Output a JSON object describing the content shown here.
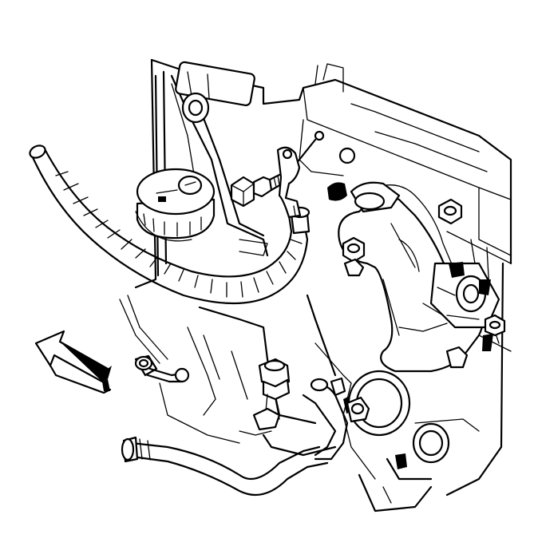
{
  "figure": {
    "style": "black line-art technical illustration",
    "colors": {
      "ink": "#000000",
      "paper": "#ffffff"
    },
    "parts": {
      "engine_block": "engine-block",
      "heater_hose": "heater-hose",
      "coolant_cap": "surge-tank-cap",
      "ground_bolt": "ground-strap-bolt",
      "wire_terminal": "ring-terminal",
      "water_pump": "water-pump-housing",
      "outlet_fittings": "coolant-outlet-fittings",
      "lower_pipe": "lower-coolant-pipe",
      "direction_arrow": "front-direction-arrow"
    }
  }
}
